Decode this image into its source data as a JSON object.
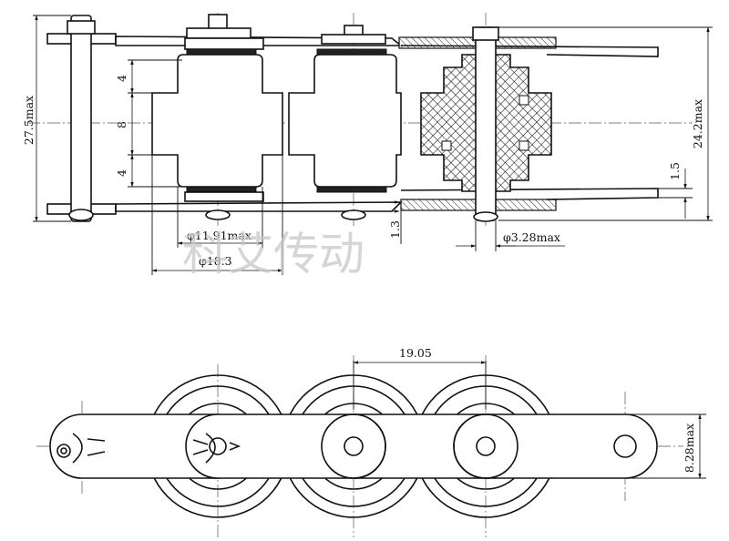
{
  "dimensions": {
    "overall_width": "27.5max",
    "pin_length": "24.2max",
    "inner_4_top": "4",
    "inner_8": "8",
    "inner_4_bottom": "4",
    "roller_dia": "φ11.91max",
    "outer_dia": "φ18.3",
    "pin_dia": "φ3.28max",
    "plate_thickness": "1.5",
    "plate_gap": "1.3",
    "pitch": "19.05",
    "plate_height": "8.28max"
  },
  "watermark": "科艾传动",
  "colors": {
    "line": "#111111",
    "crosshatch": "#111111",
    "watermark": "#c8c8c8"
  }
}
